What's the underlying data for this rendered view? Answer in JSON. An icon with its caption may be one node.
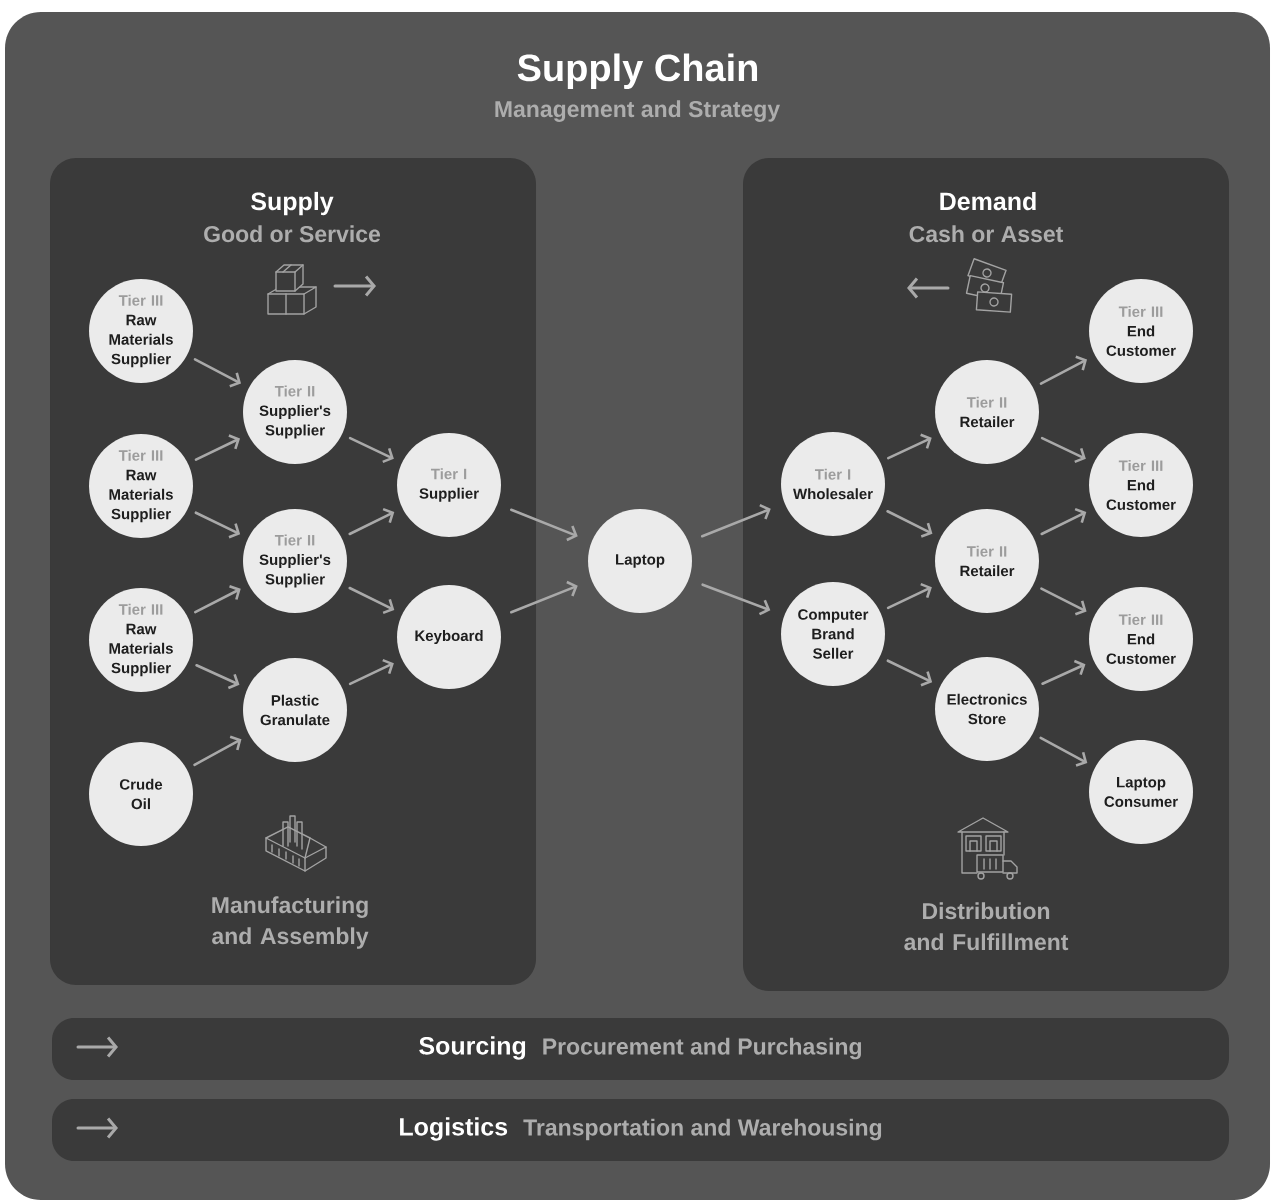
{
  "diagram": {
    "nodes": [
      {
        "text": [
          "Supply Chain",
          "Management and Strategy"
        ]
      },
      {
        "text": [
          "Supply",
          "Good or Service",
          "Manufacturing and Assembly"
        ],
        "in": 0
      },
      {
        "text": [
          "Tier III",
          "Raw Materials Supplier"
        ],
        "in": 1
      },
      {
        "text": [
          "Tier III",
          "Raw Materials Supplier"
        ],
        "in": 1
      },
      {
        "text": [
          "Tier III",
          "Raw Materials Supplier"
        ],
        "in": 1
      },
      {
        "text": [
          "Crude Oil"
        ],
        "in": 1
      },
      {
        "text": [
          "Tier II",
          "Supplier's Supplier"
        ],
        "in": 1
      },
      {
        "text": [
          "Tier II",
          "Supplier's Supplier"
        ],
        "in": 1
      },
      {
        "text": [
          "Plastic Granulate"
        ],
        "in": 1
      },
      {
        "text": [
          "Tier I",
          "Supplier"
        ],
        "in": 1
      },
      {
        "text": [
          "Keyboard"
        ],
        "in": 1
      },
      {
        "text": [
          "Laptop"
        ],
        "in": 0
      },
      {
        "text": [
          "Demand",
          "Cash or Asset",
          "Distribution and Fulfillment"
        ],
        "in": 0
      },
      {
        "text": [
          "Tier I",
          "Wholesaler"
        ],
        "in": 12
      },
      {
        "text": [
          "Computer Brand Seller"
        ],
        "in": 12
      },
      {
        "text": [
          "Tier II",
          "Retailer"
        ],
        "in": 12
      },
      {
        "text": [
          "Tier II",
          "Retailer"
        ],
        "in": 12
      },
      {
        "text": [
          "Electronics Store"
        ],
        "in": 12
      },
      {
        "text": [
          "Tier III",
          "End Customer"
        ],
        "in": 12
      },
      {
        "text": [
          "Tier III",
          "End Customer"
        ],
        "in": 12
      },
      {
        "text": [
          "Tier III",
          "End Customer"
        ],
        "in": 12
      },
      {
        "text": [
          "Laptop Consumer"
        ],
        "in": 12
      },
      {
        "text": [
          "Sourcing",
          "Procurement and Purchasing"
        ],
        "in": 0
      },
      {
        "text": [
          "Logistics",
          "Transportation and Warehousing"
        ],
        "in": 0
      }
    ],
    "edges": [
      {
        "from": 2,
        "to": 6,
        "arrow": "to"
      },
      {
        "from": 3,
        "to": 6,
        "arrow": "to"
      },
      {
        "from": 3,
        "to": 7,
        "arrow": "to"
      },
      {
        "from": 4,
        "to": 7,
        "arrow": "to"
      },
      {
        "from": 4,
        "to": 8,
        "arrow": "to"
      },
      {
        "from": 5,
        "to": 8,
        "arrow": "to"
      },
      {
        "from": 6,
        "to": 9,
        "arrow": "to"
      },
      {
        "from": 7,
        "to": 9,
        "arrow": "to"
      },
      {
        "from": 7,
        "to": 10,
        "arrow": "to"
      },
      {
        "from": 8,
        "to": 10,
        "arrow": "to"
      },
      {
        "from": 9,
        "to": 11,
        "arrow": "to"
      },
      {
        "from": 10,
        "to": 11,
        "arrow": "to"
      },
      {
        "from": 11,
        "to": 13,
        "arrow": "to"
      },
      {
        "from": 11,
        "to": 14,
        "arrow": "to"
      },
      {
        "from": 13,
        "to": 15,
        "arrow": "to"
      },
      {
        "from": 13,
        "to": 16,
        "arrow": "to"
      },
      {
        "from": 14,
        "to": 16,
        "arrow": "to"
      },
      {
        "from": 14,
        "to": 17,
        "arrow": "to"
      },
      {
        "from": 15,
        "to": 18,
        "arrow": "to"
      },
      {
        "from": 15,
        "to": 19,
        "arrow": "to"
      },
      {
        "from": 16,
        "to": 19,
        "arrow": "to"
      },
      {
        "from": 16,
        "to": 20,
        "arrow": "to"
      },
      {
        "from": 17,
        "to": 20,
        "arrow": "to"
      },
      {
        "from": 17,
        "to": 21,
        "arrow": "to"
      }
    ]
  }
}
